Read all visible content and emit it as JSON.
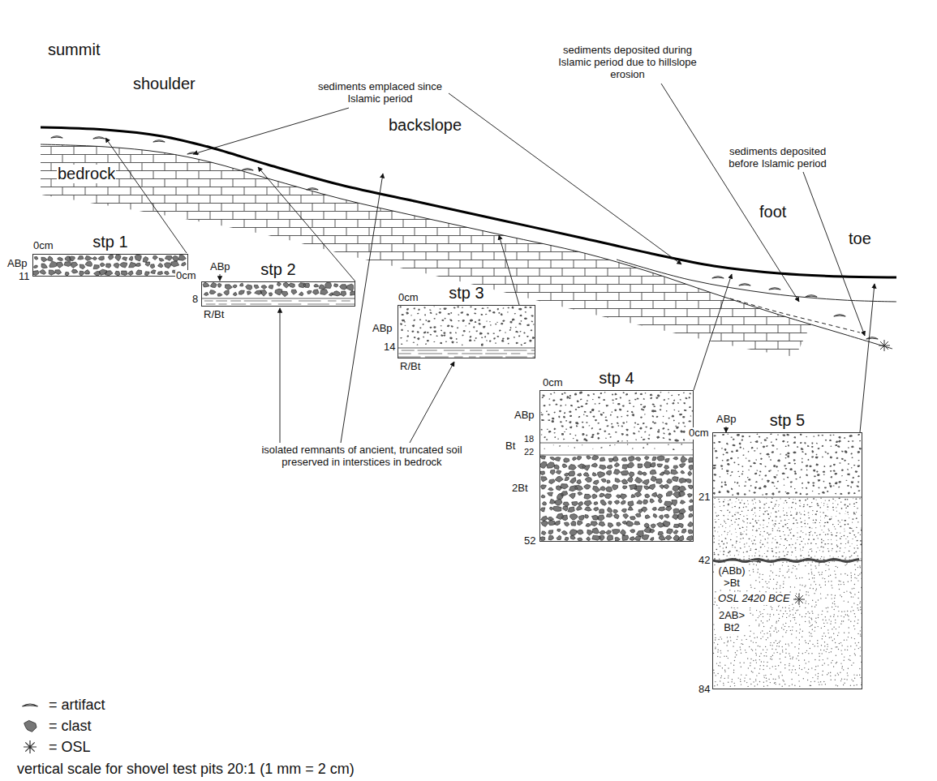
{
  "diagram": {
    "nodes": [
      {
        "text": [
          "stp 1"
        ]
      },
      {
        "text": [
          "stp 2"
        ]
      },
      {
        "text": [
          "stp 3"
        ]
      },
      {
        "text": [
          "stp 4"
        ]
      },
      {
        "text": [
          "stp 5"
        ]
      }
    ],
    "labels": [
      "summit",
      "shoulder",
      "bedrock",
      "backslope",
      "foot",
      "toe",
      "sediments emplaced since Islamic period",
      "sediments deposited during Islamic period due to hillslope erosion",
      "sediments deposited before Islamic period",
      "0cm",
      "ABp",
      "11",
      "ABp",
      "0cm",
      "8",
      "R/Bt",
      "0cm",
      "ABp",
      "14",
      "R/Bt",
      "isolated remnants of ancient, truncated soil preserved in interstices in bedrock",
      "0cm",
      "ABp",
      "Bt",
      "18",
      "22",
      "2Bt",
      "52",
      "ABp",
      "0cm",
      "21",
      "(ABb) >Bt",
      "42",
      "OSL 2420 BCE",
      "2AB> Bt2",
      "84",
      "vertical scale for shovel test pits 20:1 (1 mm = 2 cm)"
    ],
    "legend": [
      {
        "text": "= artifact"
      },
      {
        "text": "= clast"
      },
      {
        "text": "= OSL"
      }
    ]
  }
}
